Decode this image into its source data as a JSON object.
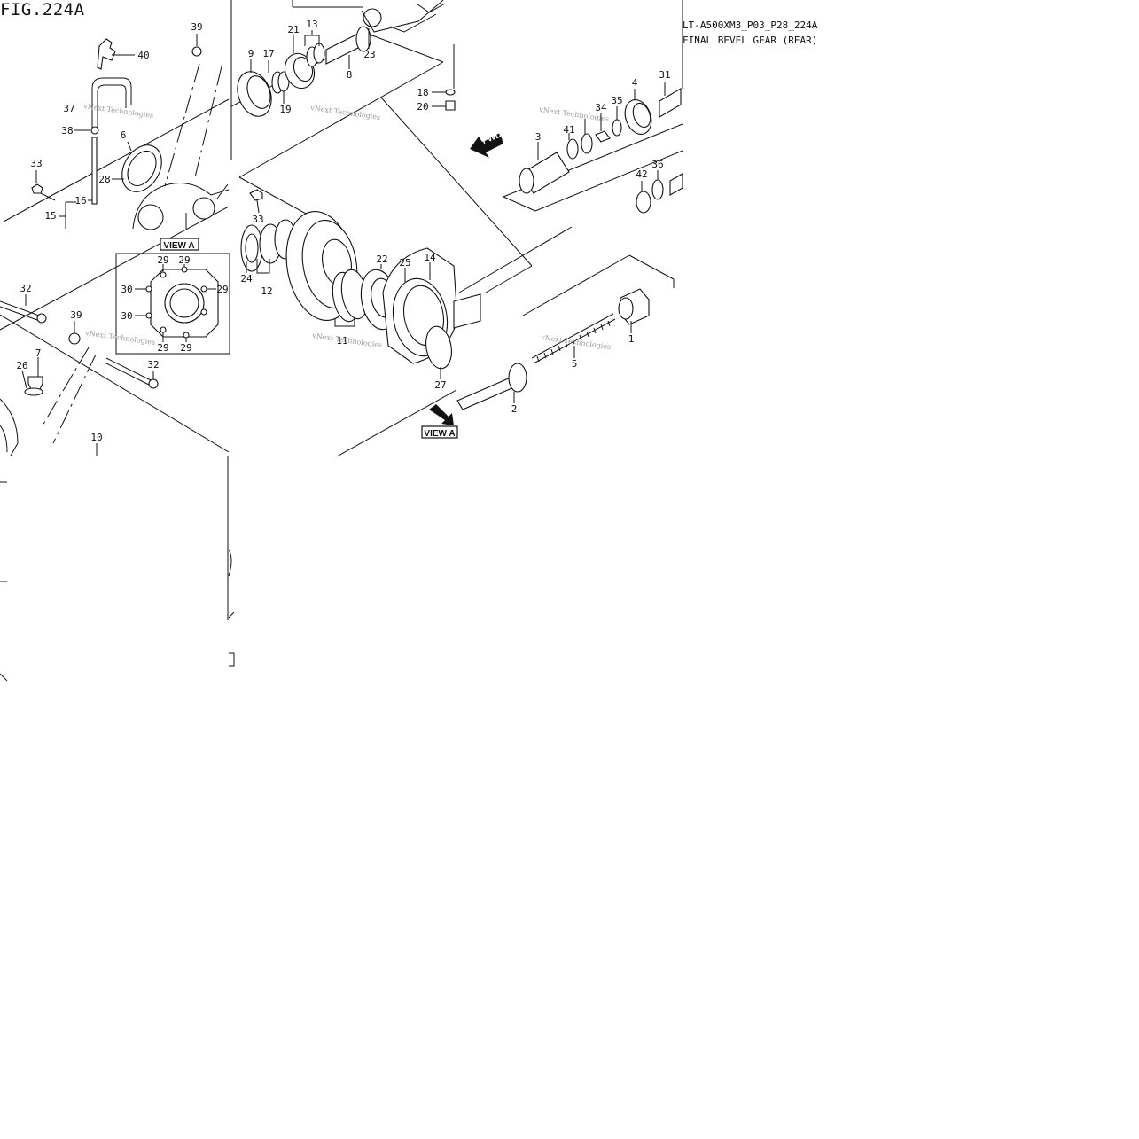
{
  "figure": {
    "title": "FIG.224A",
    "code": "LT-A500XM3_P03_P28_224A",
    "name": "FINAL BEVEL GEAR (REAR)"
  },
  "callouts": {
    "p1": "1",
    "p2": "2",
    "p3": "3",
    "p4": "4",
    "p5": "5",
    "p6": "6",
    "p7": "7",
    "p8": "8",
    "p9": "9",
    "p10": "10",
    "p11": "11",
    "p12": "12",
    "p13": "13",
    "p14": "14",
    "p15": "15",
    "p16": "16",
    "p17": "17",
    "p18": "18",
    "p19": "19",
    "p20": "20",
    "p21": "21",
    "p22": "22",
    "p23": "23",
    "p24": "24",
    "p25": "25",
    "p26": "26",
    "p27": "27",
    "p28": "28",
    "p29a": "29",
    "p29b": "29",
    "p29c": "29",
    "p29d": "29",
    "p29e": "29",
    "p30a": "30",
    "p30b": "30",
    "p31": "31",
    "p32a": "32",
    "p32b": "32",
    "p33a": "33",
    "p33b": "33",
    "p34": "34",
    "p35": "35",
    "p36": "36",
    "p37": "37",
    "p38": "38",
    "p39a": "39",
    "p39b": "39",
    "p40": "40",
    "p41": "41",
    "p42": "42"
  },
  "labels": {
    "view_a_inset": "VIEW A",
    "view_a_arrow": "VIEW A",
    "fwd": "FWD"
  },
  "watermark": "vNext Technologies"
}
